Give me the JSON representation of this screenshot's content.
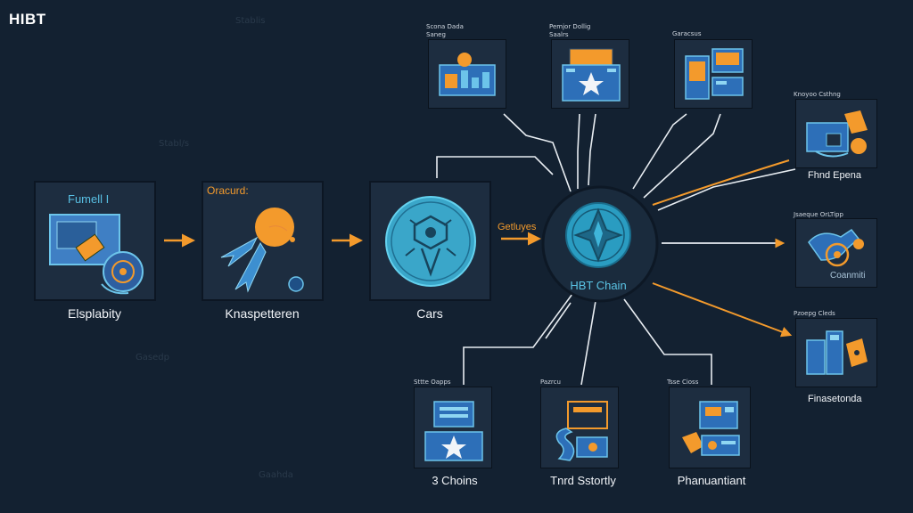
{
  "brand": "HIBT",
  "watermarks": [
    "Stablis",
    "Stabl/s",
    "Gasedp",
    "Gaahda"
  ],
  "pipeline": [
    {
      "label": "Elsplabity",
      "inner_label": "Fumell I"
    },
    {
      "label": "Knaspetteren",
      "inner_label": "Oracurd:"
    },
    {
      "label": "Cars"
    }
  ],
  "gateway_label": "Getluyes",
  "hub": {
    "label": "HBT Chain"
  },
  "top_nodes": [
    {
      "caption": "Scona Dada\nSaneg"
    },
    {
      "caption": "Pemjor Dollig\nSaalrs"
    },
    {
      "caption": "Garacsus"
    }
  ],
  "right_nodes": [
    {
      "caption": "Knoyoo Csthng",
      "label": "Fhnd Epena"
    },
    {
      "caption": "Jsaeque OrLTipp",
      "label": "",
      "inner_label": "Coanmiti"
    },
    {
      "caption": "Pzoepg Cleds",
      "label": "Finasetonda"
    }
  ],
  "bottom_nodes": [
    {
      "caption": "Sttte Oapps",
      "label": "3 Choins"
    },
    {
      "caption": "Pazrcu",
      "label": "Tnrd Sstortly"
    },
    {
      "caption": "Tsse Cioss",
      "label": "Phanuantiant"
    }
  ],
  "colors": {
    "background": "#132131",
    "panel": "#1d2d40",
    "cyan": "#4cc3e4",
    "orange": "#f39a2c",
    "white": "#f1f4f8"
  }
}
